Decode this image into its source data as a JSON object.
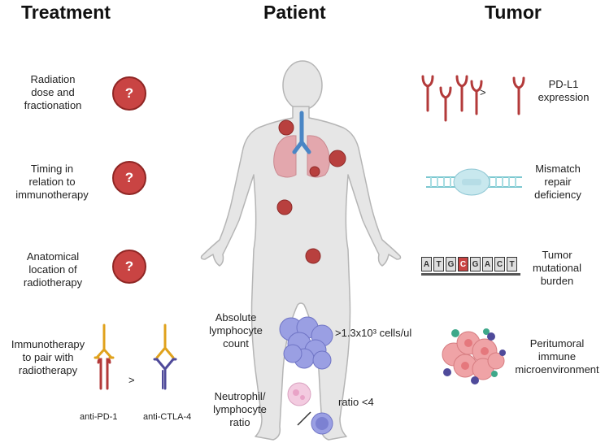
{
  "columns": {
    "treatment": "Treatment",
    "patient": "Patient",
    "tumor": "Tumor"
  },
  "treatment_items": [
    {
      "lines": [
        "Radiation",
        "dose and",
        "fractionation"
      ],
      "icon": "question-mark-icon",
      "icon_text": "?"
    },
    {
      "lines": [
        "Timing in",
        "relation to",
        "immunotherapy"
      ],
      "icon": "question-mark-icon",
      "icon_text": "?"
    },
    {
      "lines": [
        "Anatomical",
        "location of",
        "radiotherapy"
      ],
      "icon": "question-mark-icon",
      "icon_text": "?"
    },
    {
      "lines": [
        "Immunotherapy",
        "to pair with",
        "radiotherapy"
      ],
      "icon": "antibody-icon"
    }
  ],
  "antibodies": {
    "left": "anti-PD-1",
    "comparator": ">",
    "right": "anti-CTLA-4"
  },
  "patient": {
    "alc_lines": [
      "Absolute",
      "lymphocyte",
      "count"
    ],
    "alc_value": ">1.3x10³ cells/ul",
    "nlr_lines": [
      "Neutrophil/",
      "lymphocyte",
      "ratio"
    ],
    "nlr_value": "ratio <4"
  },
  "tumor_items": [
    {
      "lines": [
        "PD-L1",
        "expression"
      ],
      "comparator": ">",
      "icon": "pd-l1-receptor-icon"
    },
    {
      "lines": [
        "Mismatch",
        "repair",
        "deficiency"
      ],
      "icon": "dna-helix-icon"
    },
    {
      "lines": [
        "Tumor",
        "mutational",
        "burden"
      ],
      "icon": "dna-sequence-icon",
      "bases": [
        "A",
        "T",
        "G",
        "C",
        "G",
        "A",
        "C",
        "T"
      ]
    },
    {
      "lines": [
        "Peritumoral",
        "immune",
        "microenvironment"
      ],
      "icon": "tumor-cells-icon"
    }
  ],
  "colors": {
    "question_fill": "#c94443",
    "antibody_red": "#b33a3a",
    "antibody_gold": "#e0a21c",
    "antibody_purple": "#4f4a9a",
    "body_fill": "#e6e6e6",
    "tumor_nodule": "#b8403e",
    "lymphocyte": "#8f93dc",
    "dna_teal": "#7cc8d0"
  }
}
